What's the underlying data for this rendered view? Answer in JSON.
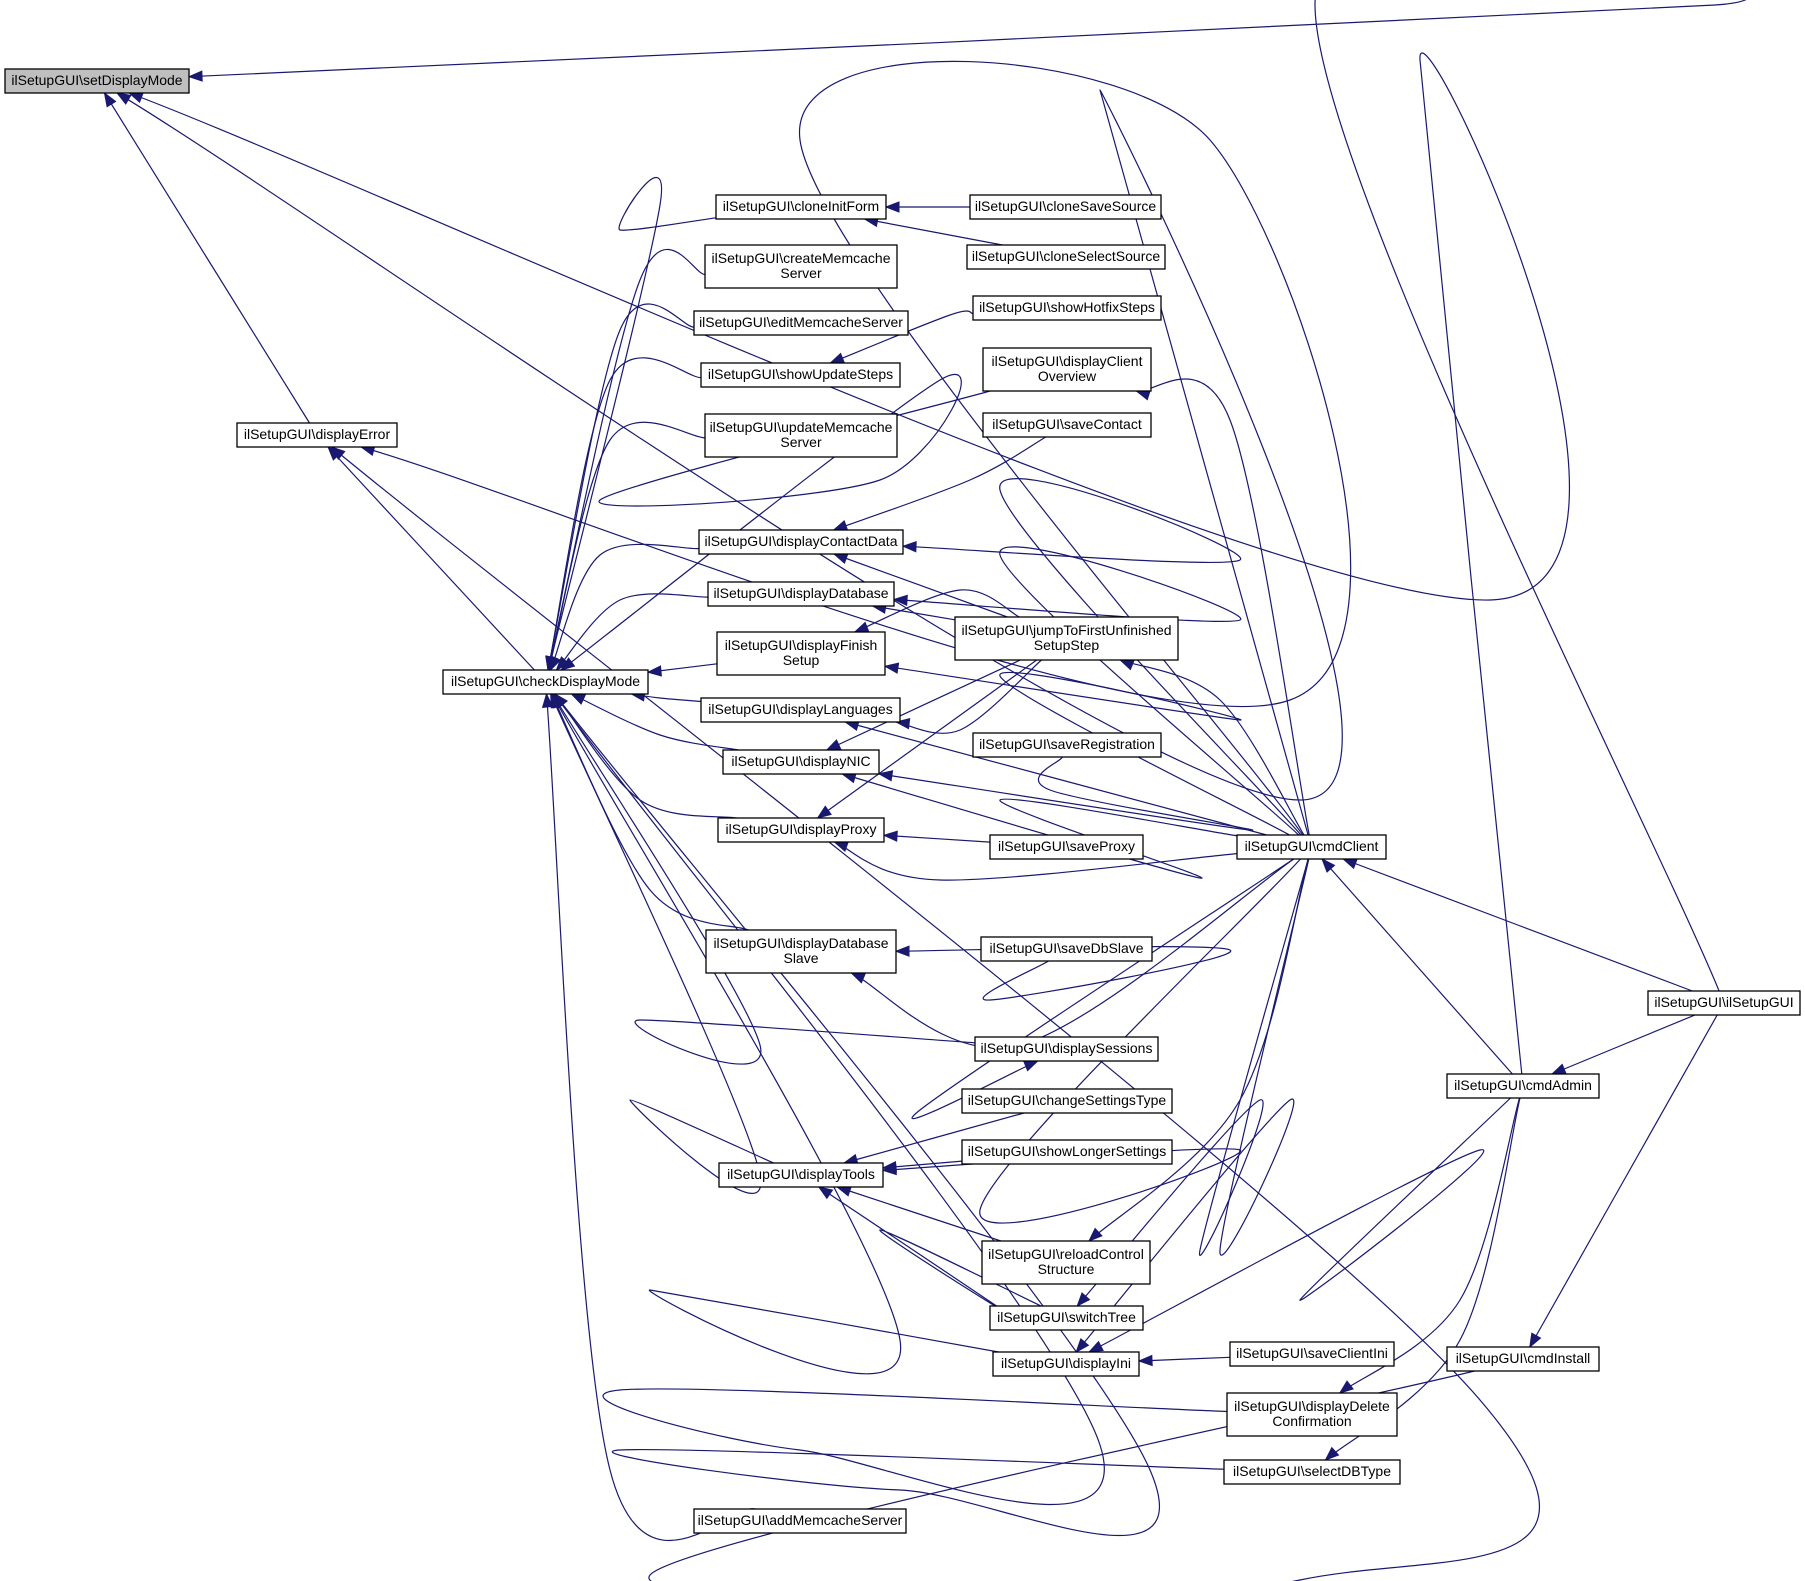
{
  "colors": {
    "edge": "#191970",
    "root_fill": "#bfbfbf",
    "node_fill": "#ffffff",
    "node_border": "#000000"
  },
  "nodes": [
    {
      "id": "setDisplayMode",
      "lines": [
        "ilSetupGUI\\setDisplayMode"
      ],
      "root": true
    },
    {
      "id": "displayError",
      "lines": [
        "ilSetupGUI\\displayError"
      ]
    },
    {
      "id": "checkDisplayMode",
      "lines": [
        "ilSetupGUI\\checkDisplayMode"
      ]
    },
    {
      "id": "cloneInitForm",
      "lines": [
        "ilSetupGUI\\cloneInitForm"
      ]
    },
    {
      "id": "createMemcacheServer",
      "lines": [
        "ilSetupGUI\\createMemcache",
        "Server"
      ]
    },
    {
      "id": "editMemcacheServer",
      "lines": [
        "ilSetupGUI\\editMemcacheServer"
      ]
    },
    {
      "id": "showUpdateSteps",
      "lines": [
        "ilSetupGUI\\showUpdateSteps"
      ]
    },
    {
      "id": "updateMemcacheServer",
      "lines": [
        "ilSetupGUI\\updateMemcache",
        "Server"
      ]
    },
    {
      "id": "displayContactData",
      "lines": [
        "ilSetupGUI\\displayContactData"
      ]
    },
    {
      "id": "displayDatabase",
      "lines": [
        "ilSetupGUI\\displayDatabase"
      ]
    },
    {
      "id": "displayFinishSetup",
      "lines": [
        "ilSetupGUI\\displayFinish",
        "Setup"
      ]
    },
    {
      "id": "displayLanguages",
      "lines": [
        "ilSetupGUI\\displayLanguages"
      ]
    },
    {
      "id": "displayNIC",
      "lines": [
        "ilSetupGUI\\displayNIC"
      ]
    },
    {
      "id": "displayProxy",
      "lines": [
        "ilSetupGUI\\displayProxy"
      ]
    },
    {
      "id": "displayDatabaseSlave",
      "lines": [
        "ilSetupGUI\\displayDatabase",
        "Slave"
      ]
    },
    {
      "id": "displaySessions",
      "lines": [
        "ilSetupGUI\\displaySessions"
      ]
    },
    {
      "id": "displayTools",
      "lines": [
        "ilSetupGUI\\displayTools"
      ]
    },
    {
      "id": "displayIni",
      "lines": [
        "ilSetupGUI\\displayIni"
      ]
    },
    {
      "id": "addMemcacheServer",
      "lines": [
        "ilSetupGUI\\addMemcacheServer"
      ]
    },
    {
      "id": "cloneSaveSource",
      "lines": [
        "ilSetupGUI\\cloneSaveSource"
      ]
    },
    {
      "id": "cloneSelectSource",
      "lines": [
        "ilSetupGUI\\cloneSelectSource"
      ]
    },
    {
      "id": "showHotfixSteps",
      "lines": [
        "ilSetupGUI\\showHotfixSteps"
      ]
    },
    {
      "id": "displayClientOverview",
      "lines": [
        "ilSetupGUI\\displayClient",
        "Overview"
      ]
    },
    {
      "id": "saveContact",
      "lines": [
        "ilSetupGUI\\saveContact"
      ]
    },
    {
      "id": "jumpToFirstUnfinishedSetupStep",
      "lines": [
        "ilSetupGUI\\jumpToFirstUnfinished",
        "SetupStep"
      ]
    },
    {
      "id": "saveRegistration",
      "lines": [
        "ilSetupGUI\\saveRegistration"
      ]
    },
    {
      "id": "saveProxy",
      "lines": [
        "ilSetupGUI\\saveProxy"
      ]
    },
    {
      "id": "saveDbSlave",
      "lines": [
        "ilSetupGUI\\saveDbSlave"
      ]
    },
    {
      "id": "changeSettingsType",
      "lines": [
        "ilSetupGUI\\changeSettingsType"
      ]
    },
    {
      "id": "showLongerSettings",
      "lines": [
        "ilSetupGUI\\showLongerSettings"
      ]
    },
    {
      "id": "reloadControlStructure",
      "lines": [
        "ilSetupGUI\\reloadControl",
        "Structure"
      ]
    },
    {
      "id": "switchTree",
      "lines": [
        "ilSetupGUI\\switchTree"
      ]
    },
    {
      "id": "saveClientIni",
      "lines": [
        "ilSetupGUI\\saveClientIni"
      ]
    },
    {
      "id": "displayDeleteConfirmation",
      "lines": [
        "ilSetupGUI\\displayDelete",
        "Confirmation"
      ]
    },
    {
      "id": "selectDBType",
      "lines": [
        "ilSetupGUI\\selectDBType"
      ]
    },
    {
      "id": "cmdClient",
      "lines": [
        "ilSetupGUI\\cmdClient"
      ]
    },
    {
      "id": "cmdAdmin",
      "lines": [
        "ilSetupGUI\\cmdAdmin"
      ]
    },
    {
      "id": "cmdInstall",
      "lines": [
        "ilSetupGUI\\cmdInstall"
      ]
    },
    {
      "id": "ilSetupGUI",
      "lines": [
        "ilSetupGUI\\ilSetupGUI"
      ]
    }
  ],
  "edges": [
    {
      "to": "setDisplayMode",
      "from": "displayError"
    },
    {
      "to": "setDisplayMode",
      "from": "ilSetupGUI"
    },
    {
      "to": "setDisplayMode",
      "from": "cmdAdmin"
    },
    {
      "to": "setDisplayMode",
      "from": "cmdClient"
    },
    {
      "to": "displayError",
      "from": "checkDisplayMode"
    },
    {
      "to": "displayError",
      "from": "cmdClient"
    },
    {
      "to": "displayError",
      "from": "cmdInstall"
    },
    {
      "to": "checkDisplayMode",
      "from": "cloneInitForm"
    },
    {
      "to": "checkDisplayMode",
      "from": "createMemcacheServer"
    },
    {
      "to": "checkDisplayMode",
      "from": "editMemcacheServer"
    },
    {
      "to": "checkDisplayMode",
      "from": "showUpdateSteps"
    },
    {
      "to": "checkDisplayMode",
      "from": "updateMemcacheServer"
    },
    {
      "to": "checkDisplayMode",
      "from": "displayClientOverview"
    },
    {
      "to": "checkDisplayMode",
      "from": "displayContactData"
    },
    {
      "to": "checkDisplayMode",
      "from": "displayDatabase"
    },
    {
      "to": "checkDisplayMode",
      "from": "displayFinishSetup"
    },
    {
      "to": "checkDisplayMode",
      "from": "displayLanguages"
    },
    {
      "to": "checkDisplayMode",
      "from": "displayNIC"
    },
    {
      "to": "checkDisplayMode",
      "from": "displayProxy"
    },
    {
      "to": "checkDisplayMode",
      "from": "displayDatabaseSlave"
    },
    {
      "to": "checkDisplayMode",
      "from": "displaySessions"
    },
    {
      "to": "checkDisplayMode",
      "from": "displayTools"
    },
    {
      "to": "checkDisplayMode",
      "from": "displayIni"
    },
    {
      "to": "checkDisplayMode",
      "from": "displayDeleteConfirmation"
    },
    {
      "to": "checkDisplayMode",
      "from": "selectDBType"
    },
    {
      "to": "checkDisplayMode",
      "from": "addMemcacheServer"
    },
    {
      "to": "cloneInitForm",
      "from": "cloneSaveSource"
    },
    {
      "to": "cloneInitForm",
      "from": "cloneSelectSource"
    },
    {
      "to": "showUpdateSteps",
      "from": "showHotfixSteps"
    },
    {
      "to": "displayClientOverview",
      "from": "cmdClient"
    },
    {
      "to": "displayContactData",
      "from": "saveContact"
    },
    {
      "to": "displayContactData",
      "from": "jumpToFirstUnfinishedSetupStep"
    },
    {
      "to": "displayContactData",
      "from": "cmdClient"
    },
    {
      "to": "displayDatabase",
      "from": "jumpToFirstUnfinishedSetupStep"
    },
    {
      "to": "displayDatabase",
      "from": "cmdClient"
    },
    {
      "to": "displayFinishSetup",
      "from": "jumpToFirstUnfinishedSetupStep"
    },
    {
      "to": "displayFinishSetup",
      "from": "cmdClient"
    },
    {
      "to": "displayLanguages",
      "from": "jumpToFirstUnfinishedSetupStep"
    },
    {
      "to": "displayLanguages",
      "from": "cmdClient"
    },
    {
      "to": "displayNIC",
      "from": "jumpToFirstUnfinishedSetupStep"
    },
    {
      "to": "displayNIC",
      "from": "saveRegistration"
    },
    {
      "to": "displayNIC",
      "from": "cmdClient"
    },
    {
      "to": "displayProxy",
      "from": "jumpToFirstUnfinishedSetupStep"
    },
    {
      "to": "displayProxy",
      "from": "saveProxy"
    },
    {
      "to": "displayProxy",
      "from": "cmdClient"
    },
    {
      "to": "displayDatabaseSlave",
      "from": "saveDbSlave"
    },
    {
      "to": "displayDatabaseSlave",
      "from": "cmdClient"
    },
    {
      "to": "displaySessions",
      "from": "cmdClient"
    },
    {
      "to": "displayTools",
      "from": "changeSettingsType"
    },
    {
      "to": "displayTools",
      "from": "showLongerSettings"
    },
    {
      "to": "displayTools",
      "from": "reloadControlStructure"
    },
    {
      "to": "displayTools",
      "from": "switchTree"
    },
    {
      "to": "displayTools",
      "from": "cmdClient"
    },
    {
      "to": "displayIni",
      "from": "saveClientIni"
    },
    {
      "to": "displayIni",
      "from": "cmdClient"
    },
    {
      "to": "displayIni",
      "from": "cmdAdmin"
    },
    {
      "to": "jumpToFirstUnfinishedSetupStep",
      "from": "cmdClient"
    },
    {
      "to": "reloadControlStructure",
      "from": "cmdClient"
    },
    {
      "to": "switchTree",
      "from": "cmdClient"
    },
    {
      "to": "displayDeleteConfirmation",
      "from": "cmdAdmin"
    },
    {
      "to": "selectDBType",
      "from": "cmdAdmin"
    },
    {
      "to": "cmdClient",
      "from": "cmdAdmin"
    },
    {
      "to": "cmdClient",
      "from": "ilSetupGUI"
    },
    {
      "to": "cmdAdmin",
      "from": "ilSetupGUI"
    },
    {
      "to": "cmdInstall",
      "from": "ilSetupGUI"
    }
  ]
}
